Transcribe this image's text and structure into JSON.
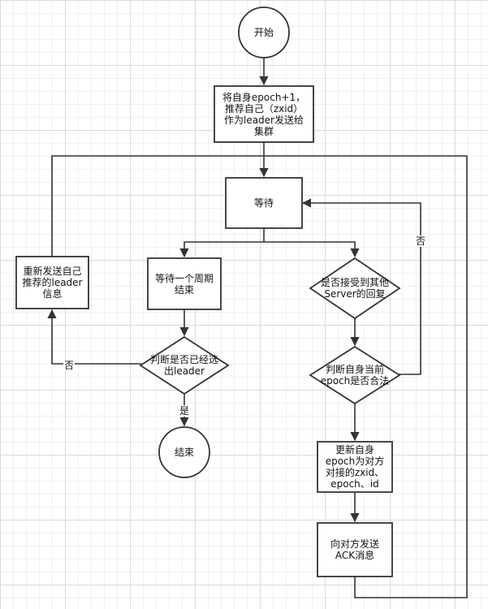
{
  "nodes": {
    "start": "开始",
    "init": "将自身epoch+1，\n推荐自己（zxid）\n作为leader发送给\n集群",
    "wait": "等待",
    "wait_period": "等待一个周期\n结束",
    "check_elected": "判断是否已经选\n出leader",
    "resend": "重新发送自己\n推荐的leader\n信息",
    "end": "结束",
    "check_reply": "是否接受到其他\nServer的回复",
    "check_epoch": "判断自身当前\nepoch是否合法",
    "update": "更新自身\nepoch为对方\n对接的zxid、\nepoch、id",
    "send_ack": "向对方发送\nACK消息"
  },
  "edge_labels": {
    "no_elected": "否",
    "yes_elected": "是",
    "no_epoch": "否"
  },
  "colors": {
    "stroke": "#333333",
    "fill": "#ffffff"
  }
}
